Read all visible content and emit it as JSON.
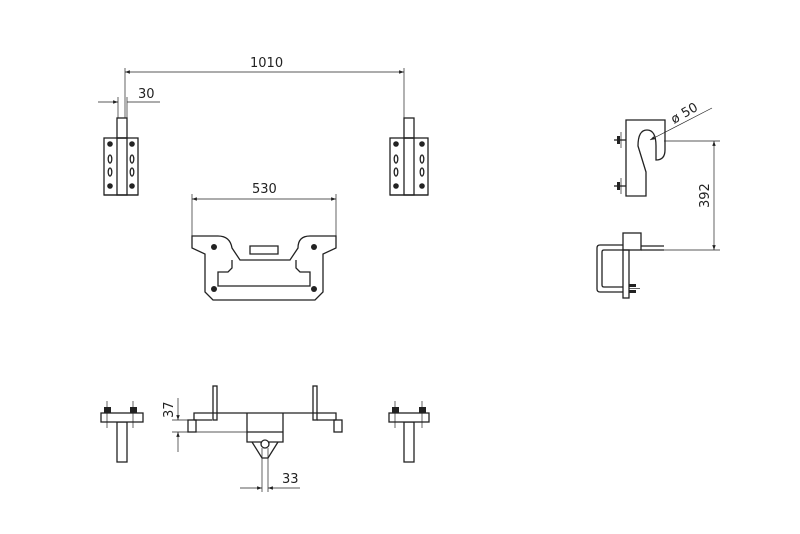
{
  "dimensions": {
    "overall_width": "1010",
    "tab_width": "30",
    "plate_width": "530",
    "hole_diameter": "ø 50",
    "hook_height": "392",
    "bracket_offset": "37",
    "pin_width": "33"
  },
  "colors": {
    "line": "#222222",
    "background": "#ffffff"
  }
}
